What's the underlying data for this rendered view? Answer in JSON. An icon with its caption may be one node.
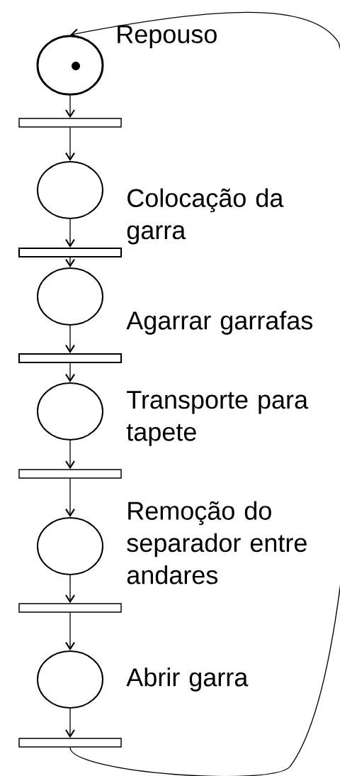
{
  "diagram": {
    "nodes": [
      {
        "text": [
          "Repouso"
        ]
      },
      {
        "text": [],
        "shape": "bar"
      },
      {
        "text": [
          "Colocação da garra"
        ]
      },
      {
        "text": [],
        "shape": "bar"
      },
      {
        "text": [
          "Agarrar garrafas"
        ]
      },
      {
        "text": [],
        "shape": "bar"
      },
      {
        "text": [
          "Transporte para tapete"
        ]
      },
      {
        "text": [],
        "shape": "bar"
      },
      {
        "text": [
          "Remoção do separador entre andares"
        ]
      },
      {
        "text": [],
        "shape": "bar"
      },
      {
        "text": [
          "Abrir garra"
        ]
      },
      {
        "text": [],
        "shape": "bar"
      }
    ],
    "edges": [
      {
        "from": 0,
        "to": 1,
        "arrow": "to"
      },
      {
        "from": 1,
        "to": 2,
        "arrow": "to"
      },
      {
        "from": 2,
        "to": 3,
        "arrow": "to"
      },
      {
        "from": 3,
        "to": 4,
        "arrow": "to"
      },
      {
        "from": 4,
        "to": 5,
        "arrow": "to"
      },
      {
        "from": 5,
        "to": 6,
        "arrow": "to"
      },
      {
        "from": 6,
        "to": 7,
        "arrow": "to"
      },
      {
        "from": 7,
        "to": 8,
        "arrow": "to"
      },
      {
        "from": 8,
        "to": 9,
        "arrow": "to"
      },
      {
        "from": 9,
        "to": 10,
        "arrow": "to"
      },
      {
        "from": 10,
        "to": 11,
        "arrow": "to"
      },
      {
        "from": 11,
        "to": 0,
        "arrow": "to"
      }
    ]
  }
}
